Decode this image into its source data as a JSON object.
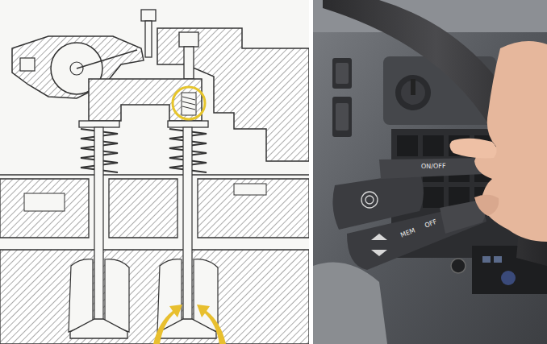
{
  "diagram": {
    "labels": [
      "ON/OFF",
      "MEM",
      "OFF"
    ]
  }
}
